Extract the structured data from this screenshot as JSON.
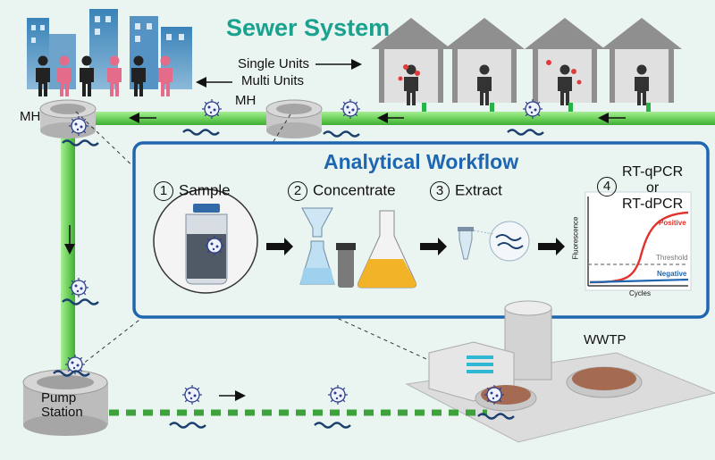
{
  "title": "Sewer System",
  "units": {
    "single": "Single Units",
    "multi": "Multi Units"
  },
  "manhole_label": "MH",
  "workflow": {
    "title": "Analytical Workflow",
    "steps": [
      {
        "num": "1",
        "label": "Sample"
      },
      {
        "num": "2",
        "label": "Concentrate"
      },
      {
        "num": "3",
        "label": "Extract"
      },
      {
        "num": "4",
        "label": "RT-qPCR\nor\nRT-dPCR"
      }
    ]
  },
  "pcr_plot": {
    "ylabel": "Fluorescence",
    "xlabel": "Cycles",
    "threshold": "Threshold",
    "positive": "Positive",
    "negative": "Negative"
  },
  "pump_station": "Pump\nStation",
  "wwtp": "WWTP",
  "colors": {
    "pipe": "#7cd96a",
    "workflow_border": "#1f66b0",
    "title": "#1aa28f",
    "positive": "#e0332b",
    "negative": "#1f66b0"
  }
}
